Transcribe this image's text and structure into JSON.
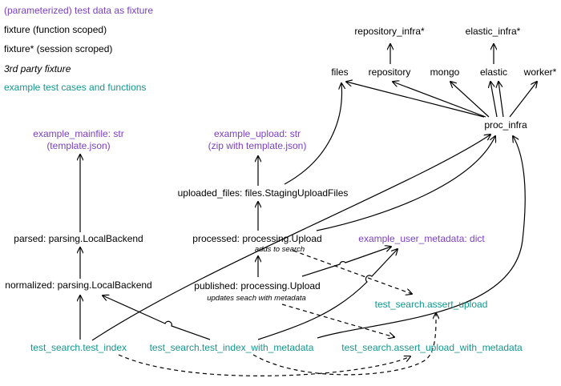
{
  "legend": [
    {
      "text": "(parameterized) test data as fixture",
      "color": "#7b3fc4",
      "style": "normal"
    },
    {
      "text": "fixture (function scoped)",
      "color": "#000000",
      "style": "normal"
    },
    {
      "text": "fixture* (session scroped)",
      "color": "#000000",
      "style": "normal"
    },
    {
      "text": "3rd party fixture",
      "color": "#000000",
      "style": "italic"
    },
    {
      "text": "example test cases and functions",
      "color": "#13968c",
      "style": "normal"
    }
  ],
  "nodes": {
    "repository_infra": "repository_infra*",
    "elastic_infra": "elastic_infra*",
    "files": "files",
    "repository": "repository",
    "mongo": "mongo",
    "elastic": "elastic",
    "worker": "worker*",
    "proc_infra": "proc_infra",
    "example_mainfile_1": "example_mainfile: str",
    "example_mainfile_2": "(template.json)",
    "example_upload_1": "example_upload: str",
    "example_upload_2": "(zip with template.json)",
    "uploaded_files": "uploaded_files: files.StagingUploadFiles",
    "parsed": "parsed: parsing.LocalBackend",
    "processed": "processed: processing.Upload",
    "adds_to_search": "adds to search",
    "example_user_metadata": "example_user_metadata: dict",
    "normalized": "normalized: parsing.LocalBackend",
    "published": "published: processing.Upload",
    "updates_search": "updates seach with metadata",
    "assert_upload": "test_search.assert_upload",
    "test_index": "test_search.test_index",
    "test_index_with_metadata": "test_search.test_index_with_metadata",
    "assert_upload_with_metadata": "test_search.assert_upload_with_metadata"
  },
  "colors": {
    "test_data": "#7b3fc4",
    "fixture": "#000000",
    "test_case": "#13968c"
  }
}
